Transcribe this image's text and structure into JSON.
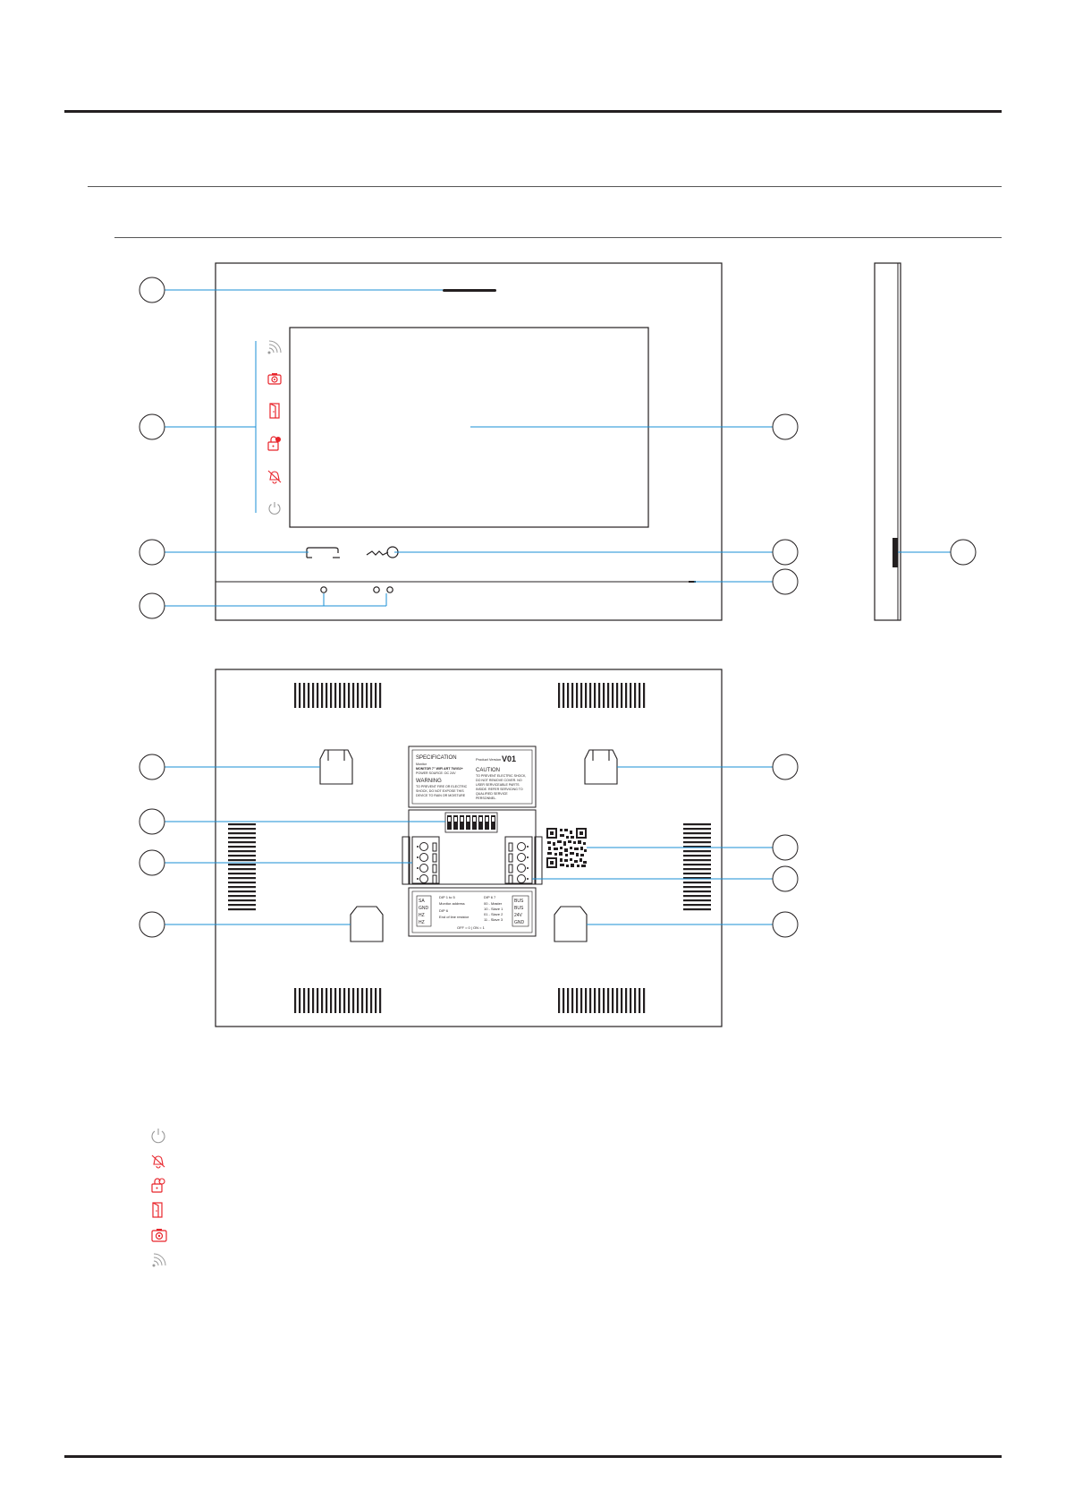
{
  "back_panel": {
    "spec_label": {
      "title": "SPECIFICATION",
      "line1": "Monitor",
      "line2": "MONITOR 7\" WIFI ART 7W/G2+",
      "line3": "POWER SOURCE: DC 24V",
      "warning_title": "WARNING",
      "warning_text_1": "TO PREVENT FIRE OR ELECTRIC",
      "warning_text_2": "SHOCK, DO NOT EXPOSE THIS",
      "warning_text_3": "DEVICE TO RAIN OR MOISTURE",
      "product_version_label": "Product Version",
      "product_version_value": "V01",
      "caution_title": "CAUTION",
      "caution_text_1": "TO PREVENT ELECTRIC SHOCK,",
      "caution_text_2": "DO NOT REMOVE COVER. NO",
      "caution_text_3": "USER SERVICEABLE PARTS",
      "caution_text_4": "INSIDE. REFER SERVICING TO",
      "caution_text_5": "QUALIFIED SERVICE",
      "caution_text_6": "PERSONNEL."
    },
    "dip_label": {
      "left_terms": [
        "SA",
        "GND",
        "HZ",
        "HZ"
      ],
      "right_terms": [
        "BUS",
        "BUS",
        "24V",
        "GND"
      ],
      "dip_1_5_title": "DIP 1 to 5",
      "dip_1_5_desc": "Monitor address",
      "dip_6_title": "DIP 6",
      "dip_6_desc": "End of line resistor",
      "dip_6_7_title": "DIP 6 7",
      "dip_6_7_lines": [
        "00 - Master",
        "10 - Slave 1",
        "01 - Slave 2",
        "11 - Slave 3"
      ],
      "footer": "OFF = 0 | ON = 1"
    }
  },
  "icon_colors": {
    "gray": "#9a9a9a",
    "red": "#e8242b",
    "callout_blue": "#1a8fd6"
  },
  "legend_icons": [
    "power-icon",
    "bell-mute-icon",
    "unlock-icon",
    "door-icon",
    "camera-icon",
    "wifi-icon"
  ]
}
